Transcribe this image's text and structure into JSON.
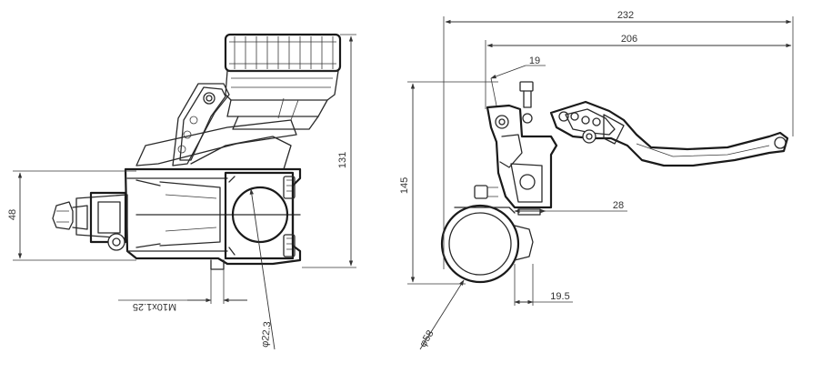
{
  "left_view": {
    "height_131": "131",
    "height_48": "48",
    "thread": "M10x1.25",
    "bar_diameter": "φ22.3"
  },
  "right_view": {
    "overall_232": "232",
    "length_206": "206",
    "offset_19": "19",
    "height_145": "145",
    "dim_28": "28",
    "dim_19_5": "19.5",
    "reservoir_diameter": "φ58"
  }
}
